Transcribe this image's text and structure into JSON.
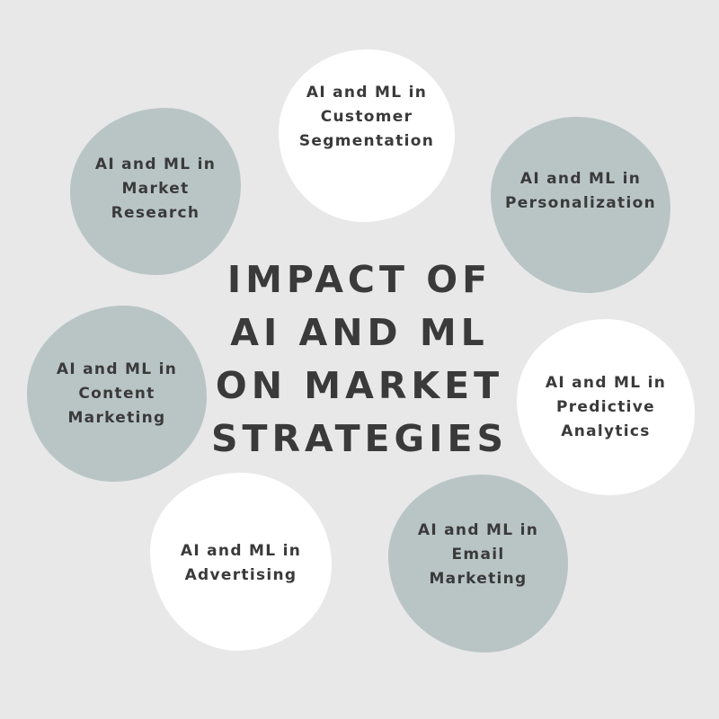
{
  "diagram": {
    "title": "IMPACT OF\nAI AND ML\nON MARKET\nSTRATEGIES",
    "colors": {
      "background": "#e8e8e8",
      "grey_blob": "#b9c5c5",
      "white_blob": "#ffffff",
      "text": "#3a3a3a"
    },
    "nodes": [
      {
        "id": "customer-segmentation",
        "label": "AI and ML in\nCustomer\nSegmentation",
        "fill": "white"
      },
      {
        "id": "market-research",
        "label": "AI and ML in\nMarket\nResearch",
        "fill": "grey"
      },
      {
        "id": "personalization",
        "label": "AI and ML in\nPersonalization",
        "fill": "grey"
      },
      {
        "id": "content-marketing",
        "label": "AI and ML in\nContent\nMarketing",
        "fill": "grey"
      },
      {
        "id": "predictive-analytics",
        "label": "AI and ML in\nPredictive\nAnalytics",
        "fill": "white"
      },
      {
        "id": "advertising",
        "label": "AI and ML in\nAdvertising",
        "fill": "white"
      },
      {
        "id": "email-marketing",
        "label": "AI and ML in\nEmail\nMarketing",
        "fill": "grey"
      }
    ]
  }
}
